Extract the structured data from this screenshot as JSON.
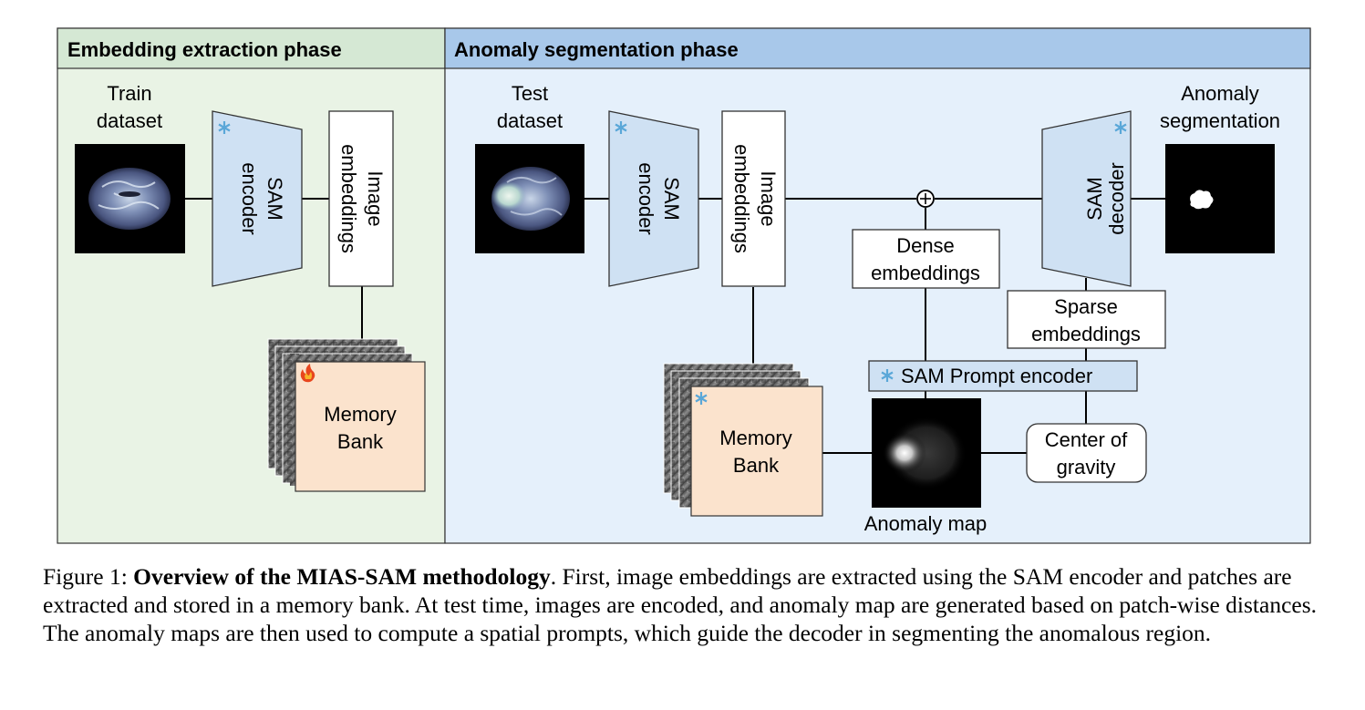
{
  "panels": {
    "extraction_title": "Embedding extraction phase",
    "segmentation_title": "Anomaly segmentation phase"
  },
  "train": {
    "dataset_line1": "Train",
    "dataset_line2": "dataset",
    "encoder_line1": "SAM",
    "encoder_line2": "encoder",
    "embed_line1": "Image",
    "embed_line2": "embeddings",
    "memory_line1": "Memory",
    "memory_line2": "Bank",
    "memory_icon": "fire-icon"
  },
  "test": {
    "dataset_line1": "Test",
    "dataset_line2": "dataset",
    "encoder_line1": "SAM",
    "encoder_line2": "encoder",
    "embed_line1": "Image",
    "embed_line2": "embeddings",
    "memory_line1": "Memory",
    "memory_line2": "Bank",
    "memory_icon": "snowflake-icon",
    "dense_line1": "Dense",
    "dense_line2": "embeddings",
    "sparse_line1": "Sparse",
    "sparse_line2": "embeddings",
    "prompt_encoder": "SAM Prompt encoder",
    "cog_line1": "Center of",
    "cog_line2": "gravity",
    "anomaly_map": "Anomaly map",
    "decoder_line1": "SAM",
    "decoder_line2": "decoder",
    "output_line1": "Anomaly",
    "output_line2": "segmentation",
    "frozen_icon": "snowflake-icon"
  },
  "colors": {
    "extraction_bg": "#e9f3e5",
    "extraction_header": "#d5e8d4",
    "segmentation_bg": "#e5f0fb",
    "segmentation_header": "#a8c8ea",
    "sam_block": "#cfe1f3",
    "memory_bank": "#fbe3cd",
    "snowflake": "#5aa7d8"
  },
  "caption": {
    "prefix": "Figure 1: ",
    "title": "Overview of the MIAS-SAM methodology",
    "body": ". First, image embeddings are extracted using the SAM encoder and patches are extracted and stored in a memory bank. At test time, images are encoded, and anomaly map are generated based on patch-wise distances. The anomaly maps are then used to compute a spatial prompts, which guide the decoder in segmenting the anomalous region."
  }
}
